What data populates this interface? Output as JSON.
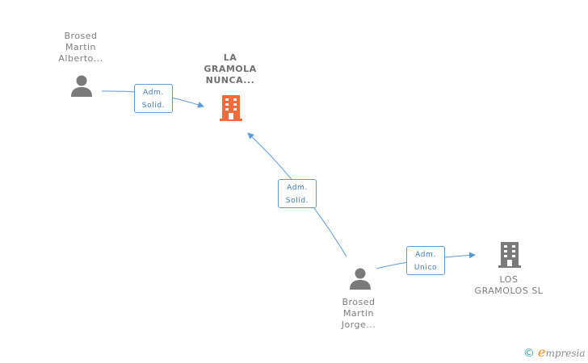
{
  "nodes": {
    "alberto": {
      "label": "Brosed\nMartin\nAlberto...",
      "type": "person"
    },
    "gramola": {
      "label": "LA\nGRAMOLA\nNUNCA...",
      "type": "company-focus"
    },
    "jorge": {
      "label": "Brosed\nMartin\nJorge...",
      "type": "person"
    },
    "gramolos": {
      "label": "LOS\nGRAMOLOS SL",
      "type": "company"
    }
  },
  "relations": {
    "alberto_gramola": {
      "line1": "Adm.",
      "line2": "Solid."
    },
    "jorge_gramola": {
      "line1": "Adm.",
      "line2": "Solid."
    },
    "jorge_gramolos": {
      "line1": "Adm.",
      "line2": "Unico"
    }
  },
  "colors": {
    "edge": "#5b9bd5",
    "person_icon": "#7a7a7a",
    "company_focus": "#f26b3a",
    "company": "#7a7a7a"
  },
  "brand": {
    "copyright": "©",
    "initial": "e",
    "rest": "mpresia"
  }
}
